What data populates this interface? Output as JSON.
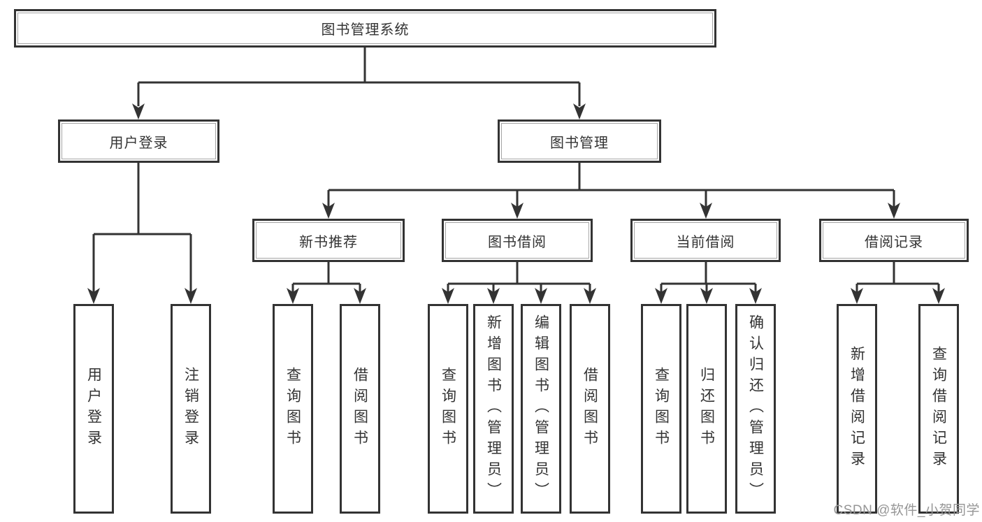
{
  "diagram": {
    "root": {
      "label": "图书管理系统"
    },
    "level2": [
      {
        "label": "用户登录"
      },
      {
        "label": "图书管理"
      }
    ],
    "level3": [
      {
        "label": "新书推荐"
      },
      {
        "label": "图书借阅"
      },
      {
        "label": "当前借阅"
      },
      {
        "label": "借阅记录"
      }
    ],
    "leaves": {
      "user_login": [
        {
          "label": "用户登录"
        },
        {
          "label": "注销登录"
        }
      ],
      "new_book_recommend": [
        {
          "label": "查询图书"
        },
        {
          "label": "借阅图书"
        }
      ],
      "book_borrowing": [
        {
          "label": "查询图书"
        },
        {
          "label": "新增图书（管理员）"
        },
        {
          "label": "编辑图书（管理员）"
        },
        {
          "label": "借阅图书"
        }
      ],
      "current_borrowing": [
        {
          "label": "查询图书"
        },
        {
          "label": "归还图书"
        },
        {
          "label": "确认归还（管理员）"
        }
      ],
      "borrowing_records": [
        {
          "label": "新增借阅记录"
        },
        {
          "label": "查询借阅记录"
        }
      ]
    }
  },
  "watermark": {
    "text": "CSDN @软件_小贺同学"
  },
  "colors": {
    "line": "#333333",
    "box_border": "#333333",
    "text": "#333333",
    "background": "#ffffff",
    "watermark": "#969696"
  }
}
